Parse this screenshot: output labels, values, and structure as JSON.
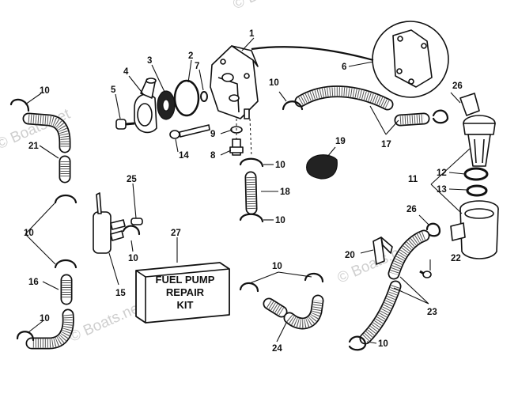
{
  "watermark": "© Boats.net",
  "kit_label": [
    "FUEL PUMP",
    "REPAIR",
    "KIT"
  ],
  "callouts": {
    "c1": "1",
    "c2": "2",
    "c3": "3",
    "c4": "4",
    "c5": "5",
    "c6": "6",
    "c7": "7",
    "c8": "8",
    "c9": "9",
    "c10": "10",
    "c11": "11",
    "c12": "12",
    "c13": "13",
    "c14": "14",
    "c15": "15",
    "c16": "16",
    "c17": "17",
    "c18": "18",
    "c19": "19",
    "c20": "20",
    "c21": "21",
    "c22": "22",
    "c23": "23",
    "c24": "24",
    "c25": "25",
    "c26": "26",
    "c27": "27"
  }
}
